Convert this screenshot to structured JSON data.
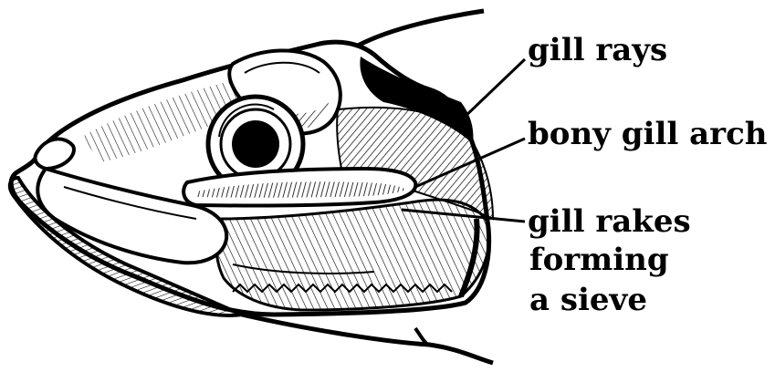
{
  "labels": {
    "gill_rays": "gill rays",
    "bony_gill_arch": "bony gill arch",
    "gill_rakes_line1": "gill rakes",
    "gill_rakes_line2": "forming",
    "gill_rakes_line3": "a sieve"
  },
  "colors": {
    "ink": "#000000",
    "paper": "#ffffff"
  }
}
